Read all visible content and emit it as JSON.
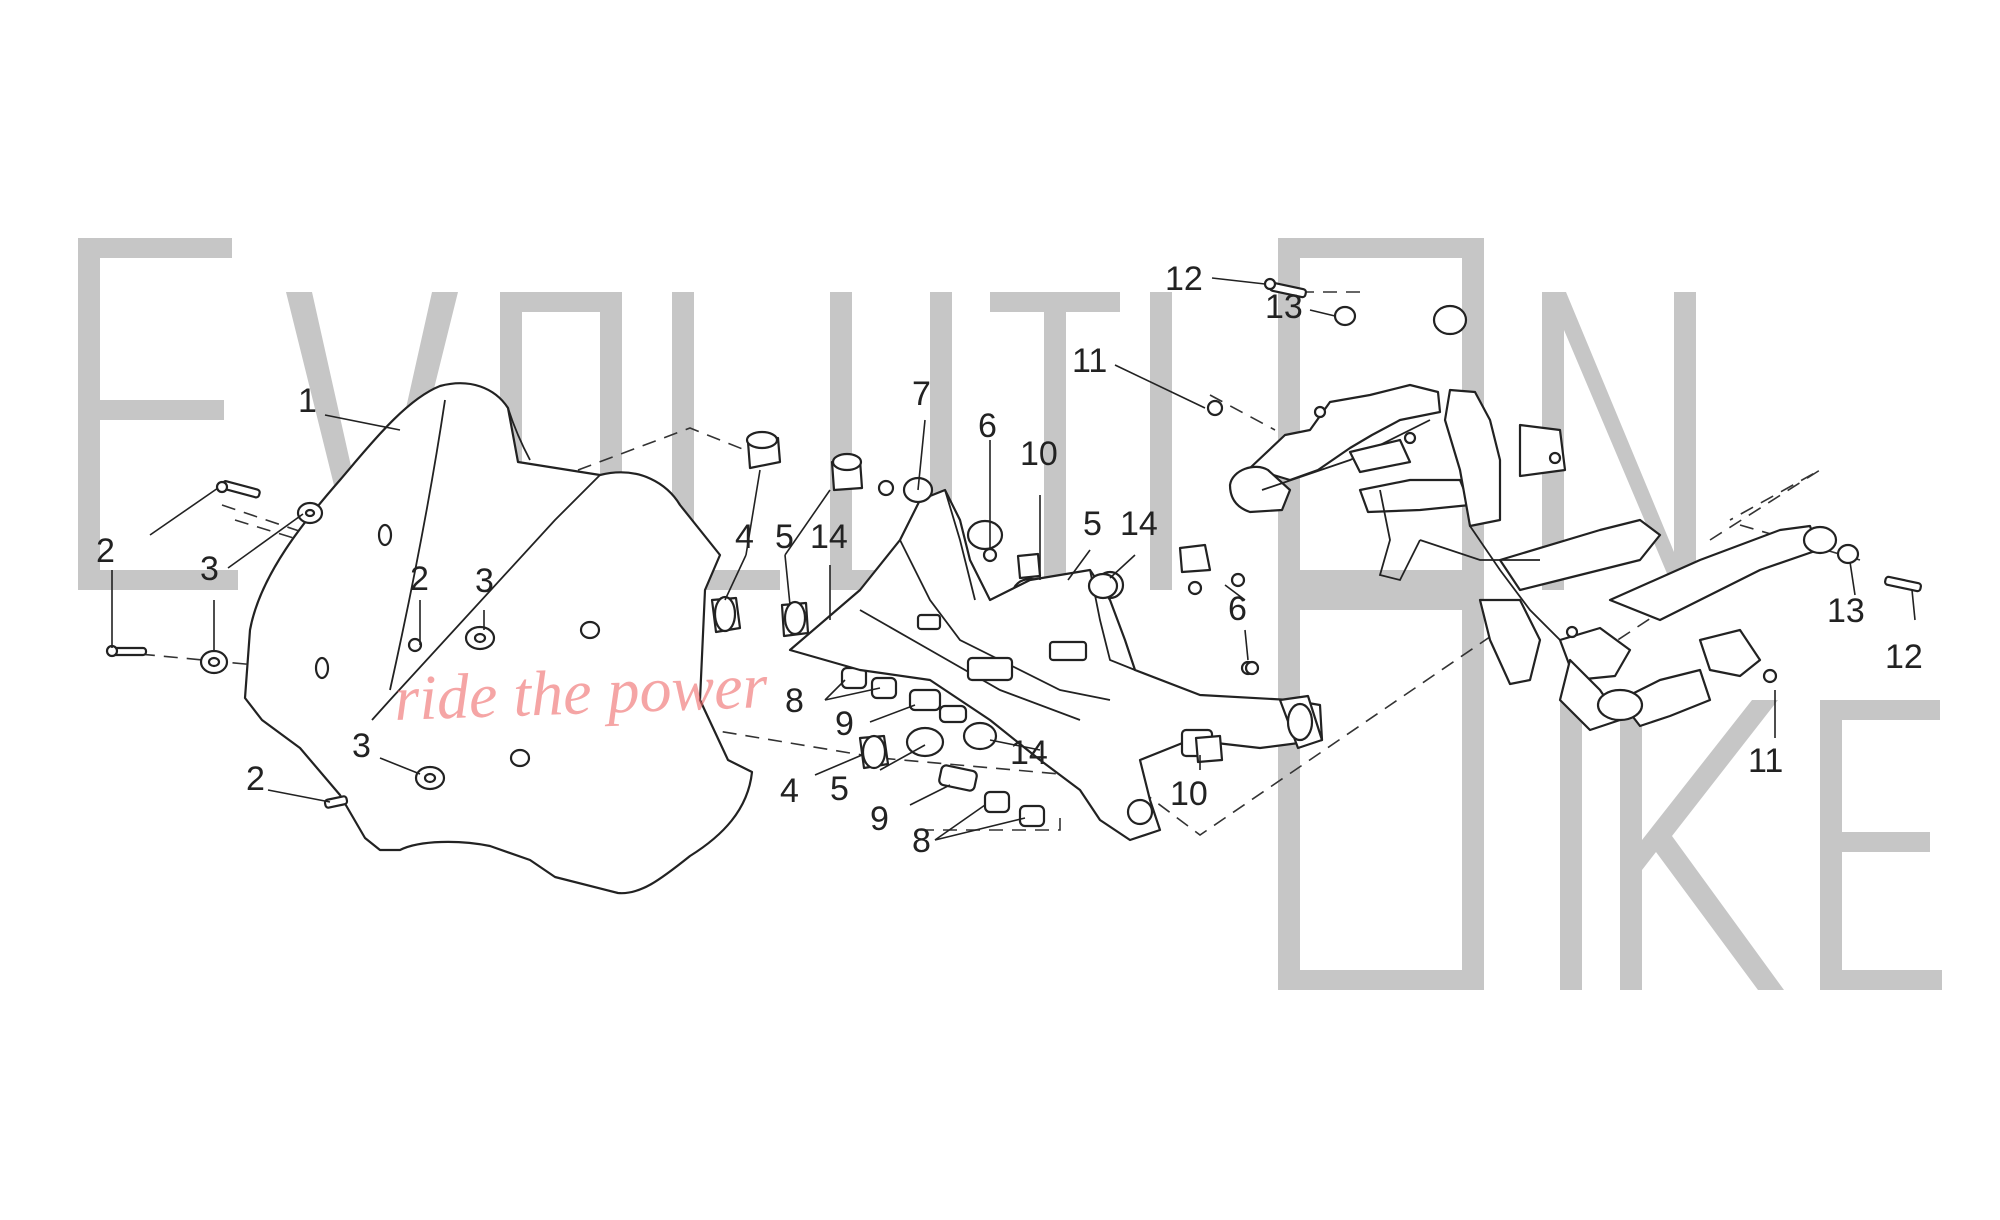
{
  "watermark": {
    "word_one": "EVOLUTION",
    "word_two": "BIKE",
    "slogan": "ride the power",
    "color": "#c6c6c6",
    "slogan_color": "#ef6b6b"
  },
  "callouts": {
    "screen": "1",
    "screw": "2",
    "washer": "3",
    "grommet": "4",
    "spacer": "5",
    "screw_small": "6",
    "bracket": "7",
    "bush": "8",
    "pin": "9",
    "nut": "10",
    "rivet": "11",
    "bolt": "12",
    "washer_small": "13",
    "washer_flat": "14"
  }
}
